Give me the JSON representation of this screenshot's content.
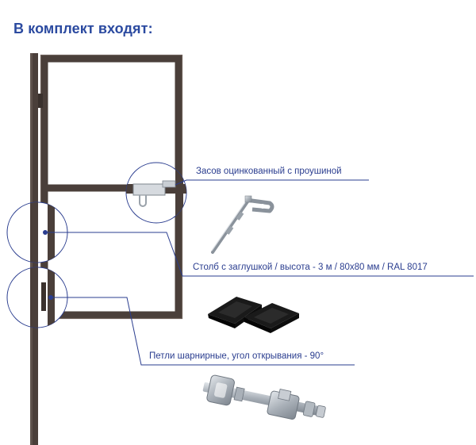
{
  "heading": "В комплект входят:",
  "items": [
    {
      "id": "latch",
      "label": "Засов оцинкованный с проушиной"
    },
    {
      "id": "post",
      "label": "Столб с заглушкой / высота - 3 м / 80x80 мм / RAL 8017"
    },
    {
      "id": "hinge",
      "label": "Петли шарнирные, угол открывания - 90°"
    }
  ],
  "colors": {
    "heading": "#2b4aa0",
    "frame": "#4a3f3a",
    "leader": "#2a3d8f",
    "metal": "#b8bfc6",
    "cap": "#111111"
  }
}
